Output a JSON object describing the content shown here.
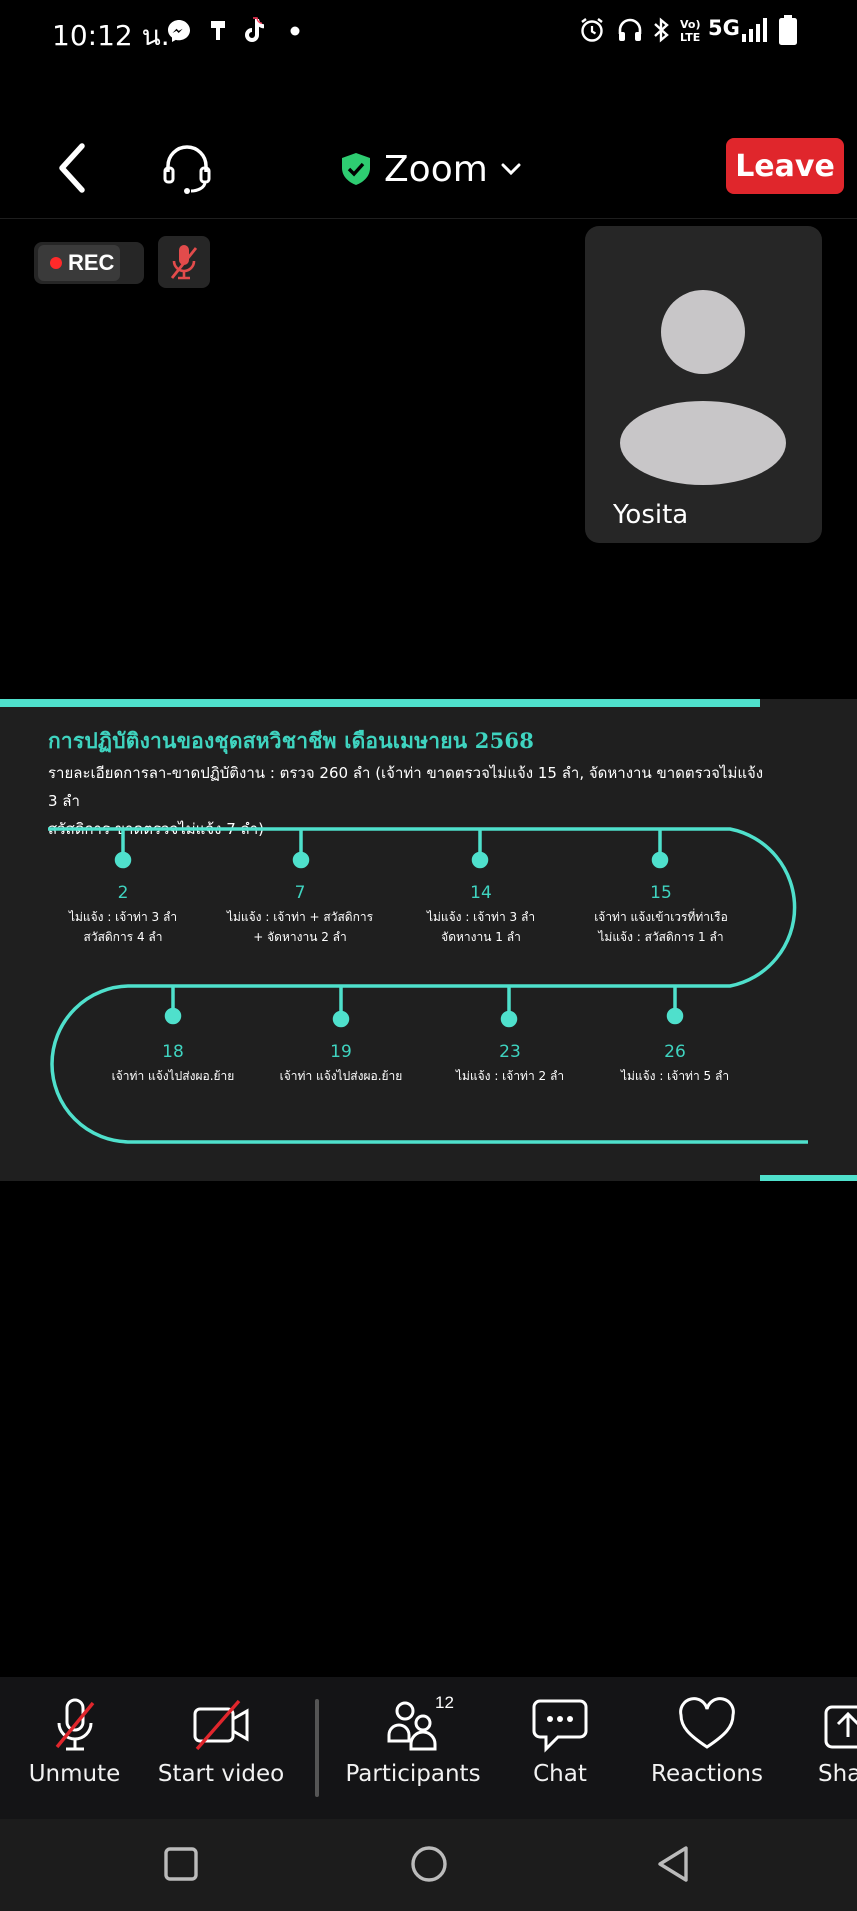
{
  "status_bar": {
    "time": "10:12 น.",
    "network": "5G"
  },
  "header": {
    "title": "Zoom",
    "leave_label": "Leave"
  },
  "recording": {
    "label": "REC"
  },
  "participant_tile": {
    "name": "Yosita"
  },
  "slide": {
    "title": "การปฏิบัติงานของชุดสหวิชาชีพ เดือนเมษายน 2568",
    "subtitle_line1": "รายละเอียดการลา-ขาดปฏิบัติงาน : ตรวจ 260 ลำ (เจ้าท่า ขาดตรวจไม่แจ้ง 15 ลำ, จัดหางาน ขาดตรวจไม่แจ้ง 3 ลำ",
    "subtitle_line2": "สวัสดิการ ขาดตรวจไม่แจ้ง 7 ลำ)",
    "events_top": [
      {
        "day": "2",
        "line1": "ไม่แจ้ง : เจ้าท่า 3 ลำ",
        "line2": "สวัสดิการ 4 ลำ"
      },
      {
        "day": "7",
        "line1": "ไม่แจ้ง : เจ้าท่า + สวัสดิการ",
        "line2": "+ จัดหางาน  2 ลำ"
      },
      {
        "day": "14",
        "line1": "ไม่แจ้ง : เจ้าท่า 3 ลำ",
        "line2": "จัดหางาน 1 ลำ"
      },
      {
        "day": "15",
        "line1": "เจ้าท่า แจ้งเข้าเวรที่ท่าเรือ",
        "line2": "ไม่แจ้ง : สวัสดิการ 1 ลำ"
      }
    ],
    "events_bottom": [
      {
        "day": "18",
        "line1": "เจ้าท่า แจ้งไปส่งผอ.ย้าย"
      },
      {
        "day": "19",
        "line1": "เจ้าท่า แจ้งไปส่งผอ.ย้าย"
      },
      {
        "day": "23",
        "line1": "ไม่แจ้ง : เจ้าท่า 2 ลำ"
      },
      {
        "day": "26",
        "line1": "ไม่แจ้ง : เจ้าท่า 5 ลำ"
      }
    ],
    "accent_color": "#4fe0cc"
  },
  "toolbar": {
    "unmute_label": "Unmute",
    "start_video_label": "Start video",
    "participants_label": "Participants",
    "participants_count": "12",
    "chat_label": "Chat",
    "reactions_label": "Reactions",
    "share_label": "Sha"
  },
  "colors": {
    "leave": "#e0262c",
    "rec_dot": "#ff2a2a",
    "muted_slash": "#e0262c",
    "shield": "#2ecc71"
  }
}
